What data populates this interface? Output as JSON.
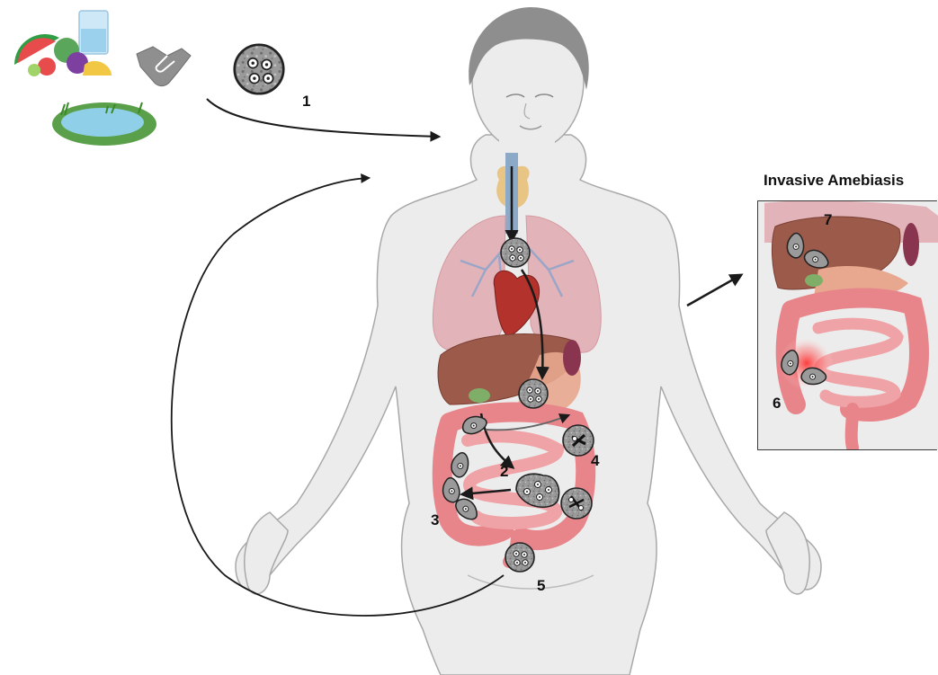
{
  "inset": {
    "title": "Invasive Amebiasis"
  },
  "steps": {
    "s1": "1",
    "s2": "2",
    "s3": "3",
    "s4": "4",
    "s5": "5",
    "s6": "6",
    "s7": "7"
  },
  "icons": {
    "food": "fruits-vegetables-water-icon",
    "contact": "handshake-icon",
    "water": "pond-icon",
    "cyst": "cyst-icon",
    "trophozoite": "trophozoite-icon"
  },
  "colors": {
    "skin": "#ececec",
    "outline": "#9a9a9a",
    "hair": "#8e8e8e",
    "lung": "#e6b8bf",
    "liver": "#9c5a4a",
    "intestine": "#e8858a",
    "cyst": "#8c8c8c",
    "inflammation": "#ff3b3b",
    "arrow": "#1a1a1a"
  }
}
